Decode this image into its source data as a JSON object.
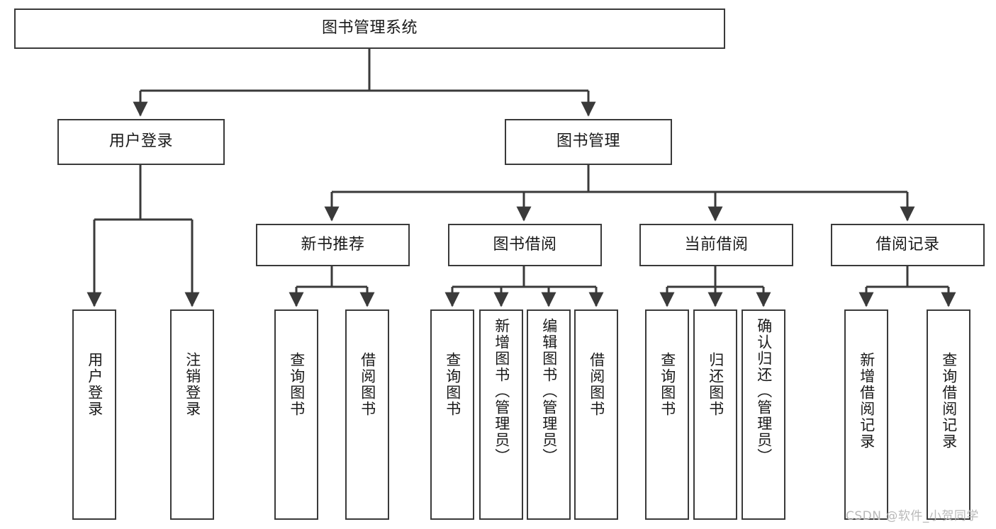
{
  "diagram": {
    "type": "hierarchy-tree",
    "title": "图书管理系统",
    "orientation": "top-down",
    "root": {
      "id": "root",
      "label": "图书管理系统",
      "text_orientation": "horizontal"
    },
    "level2": [
      {
        "id": "user-login",
        "label": "用户登录",
        "text_orientation": "horizontal"
      },
      {
        "id": "book-manage",
        "label": "图书管理",
        "text_orientation": "horizontal"
      }
    ],
    "level3": [
      {
        "id": "new-book-rec",
        "label": "新书推荐",
        "parent": "book-manage",
        "text_orientation": "horizontal"
      },
      {
        "id": "book-borrow",
        "label": "图书借阅",
        "parent": "book-manage",
        "text_orientation": "horizontal"
      },
      {
        "id": "current-borrow",
        "label": "当前借阅",
        "parent": "book-manage",
        "text_orientation": "horizontal"
      },
      {
        "id": "borrow-record",
        "label": "借阅记录",
        "parent": "book-manage",
        "text_orientation": "horizontal"
      }
    ],
    "leaves": [
      {
        "id": "leaf-user-login",
        "label": "用户登录",
        "parent": "user-login",
        "text_orientation": "vertical"
      },
      {
        "id": "leaf-logout",
        "label": "注销登录",
        "parent": "user-login",
        "text_orientation": "vertical"
      },
      {
        "id": "leaf-query-book-1",
        "label": "查询图书",
        "parent": "new-book-rec",
        "text_orientation": "vertical"
      },
      {
        "id": "leaf-borrow-book-1",
        "label": "借阅图书",
        "parent": "new-book-rec",
        "text_orientation": "vertical"
      },
      {
        "id": "leaf-query-book-2",
        "label": "查询图书",
        "parent": "book-borrow",
        "text_orientation": "vertical"
      },
      {
        "id": "leaf-add-book",
        "label": "新增图书（管理员）",
        "parent": "book-borrow",
        "text_orientation": "vertical"
      },
      {
        "id": "leaf-edit-book",
        "label": "编辑图书（管理员）",
        "parent": "book-borrow",
        "text_orientation": "vertical"
      },
      {
        "id": "leaf-borrow-book-2",
        "label": "借阅图书",
        "parent": "book-borrow",
        "text_orientation": "vertical"
      },
      {
        "id": "leaf-query-book-3",
        "label": "查询图书",
        "parent": "current-borrow",
        "text_orientation": "vertical"
      },
      {
        "id": "leaf-return-book",
        "label": "归还图书",
        "parent": "current-borrow",
        "text_orientation": "vertical"
      },
      {
        "id": "leaf-confirm-return",
        "label": "确认归还（管理员）",
        "parent": "current-borrow",
        "text_orientation": "vertical"
      },
      {
        "id": "leaf-add-record",
        "label": "新增借阅记录",
        "parent": "borrow-record",
        "text_orientation": "vertical"
      },
      {
        "id": "leaf-query-record",
        "label": "查询借阅记录",
        "parent": "borrow-record",
        "text_orientation": "vertical"
      }
    ],
    "colors": {
      "box_border": "#3a3a3a",
      "box_fill": "#ffffff",
      "connector": "#3a3a3a",
      "text": "#1a1a1a",
      "watermark": "#b9b9b9",
      "background": "#ffffff"
    }
  },
  "watermark": {
    "text": "CSDN @软件_小贺同学"
  }
}
